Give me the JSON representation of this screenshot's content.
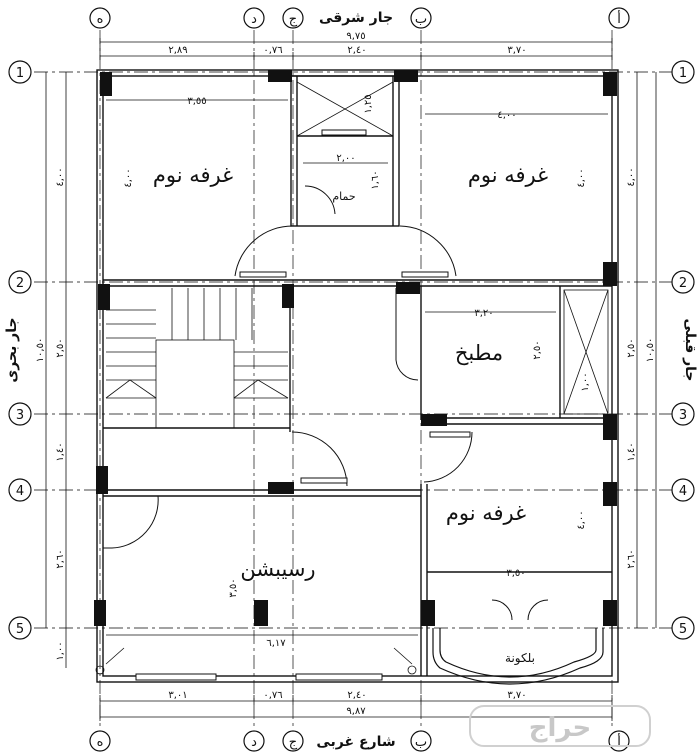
{
  "neighbors": {
    "top": "جار شرقى",
    "bottom": "شارع غربى",
    "left": "جار بحرى",
    "right": "جار قبلى"
  },
  "axes_letters": [
    "أ",
    "ب",
    "ج",
    "د",
    "ه"
  ],
  "axes_numbers": [
    "1",
    "2",
    "3",
    "4",
    "5"
  ],
  "rooms": {
    "bedroom_top_left": "غرفه نوم",
    "bedroom_top_right": "غرفه نوم",
    "bathroom": "حمام",
    "kitchen": "مطبخ",
    "bedroom_right": "غرفه نوم",
    "reception": "رسيبشن",
    "balcony": "بلكونة"
  },
  "dimensions": {
    "top_total": "٩,٧٥",
    "top_seg_1": "٢,٨٩",
    "top_seg_2": "٠,٧٦",
    "top_seg_3": "٢,٤٠",
    "top_seg_4": "٣,٧٠",
    "bottom_total": "٩,٨٧",
    "bottom_seg_1": "٣,٠١",
    "bottom_seg_2": "٠,٧٦",
    "bottom_seg_3": "٢,٤٠",
    "bottom_seg_4": "٣,٧٠",
    "bedroom_tl_w": "٣,٥٥",
    "bedroom_tl_h": "٤,٠٠",
    "bedroom_tr_w": "٤,٠٠",
    "bedroom_tr_h": "٤,٠٠",
    "bath_w": "٢,٠٠",
    "bath_h": "١,٦٠",
    "shaft_h": "١,٢٥",
    "kitchen_w": "٣,٢٠",
    "kitchen_h": "٢,٥٠",
    "shaft2": "١,٠٠",
    "bed_r_w": "٣,٥٠",
    "bed_r_h": "٤,٠٠",
    "reception_w": "٦,١٧",
    "reception_h": "٣,٥٠",
    "left_1": "٤,٠٠",
    "left_2": "٢,٥٠",
    "left_3": "١,٤٠",
    "left_4": "٢,٦٠",
    "left_5": "١,٠٠",
    "left_total": "١٠,٥٠",
    "right_1": "٤,٠٠",
    "right_2": "٢,٥٠",
    "right_3": "١,٤٠",
    "right_4": "٢,٦٠",
    "right_total": "١٠,٥٠"
  },
  "watermark": "حراج"
}
